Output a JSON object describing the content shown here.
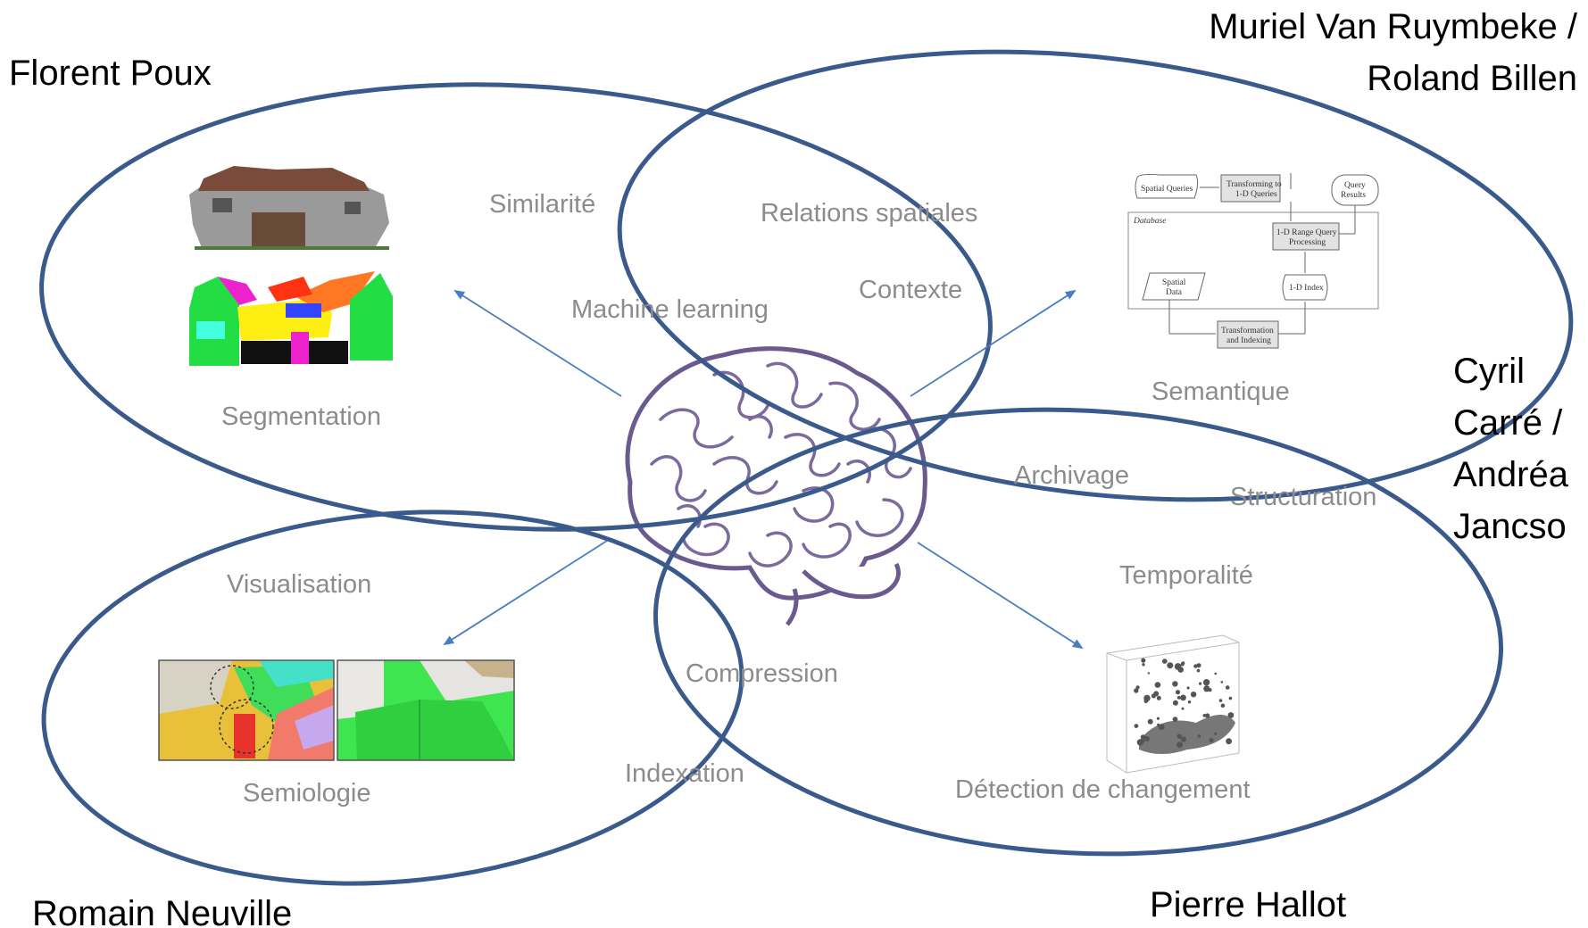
{
  "authors": {
    "top_left": "Florent Poux",
    "top_right_line1": "Muriel Van Ruymbeke /",
    "top_right_line2": "Roland Billen",
    "right_line1": "Cyril",
    "right_line2": "Carré /",
    "right_line3": "Andréa",
    "right_line4": "Jancso",
    "bottom_left": "Romain Neuville",
    "bottom_right": "Pierre Hallot"
  },
  "topics": {
    "similarite": "Similarité",
    "relations_spatiales": "Relations spatiales",
    "machine_learning": "Machine learning",
    "contexte": "Contexte",
    "segmentation": "Segmentation",
    "semantique": "Semantique",
    "archivage": "Archivage",
    "structuration": "Structuration",
    "temporalite": "Temporalité",
    "visualisation": "Visualisation",
    "compression": "Compression",
    "indexation": "Indexation",
    "semiologie": "Semiologie",
    "detection": "Détection de changement"
  },
  "flowchart": {
    "spatial_queries": "Spatial Queries",
    "transforming_line1": "Transforming to",
    "transforming_line2": "1-D Queries",
    "query_results_line1": "Query",
    "query_results_line2": "Results",
    "database": "Database",
    "range_query_line1": "1-D Range Query",
    "range_query_line2": "Processing",
    "spatial_data_line1": "Spatial",
    "spatial_data_line2": "Data",
    "index": "1-D Index",
    "transformation_line1": "Transformation",
    "transformation_line2": "and Indexing"
  },
  "colors": {
    "ellipse_stroke": "#3b5a8c",
    "arrow": "#4a7ec0",
    "brain_stroke": "#6a5a8e",
    "topic_text": "#8c8c8c"
  }
}
